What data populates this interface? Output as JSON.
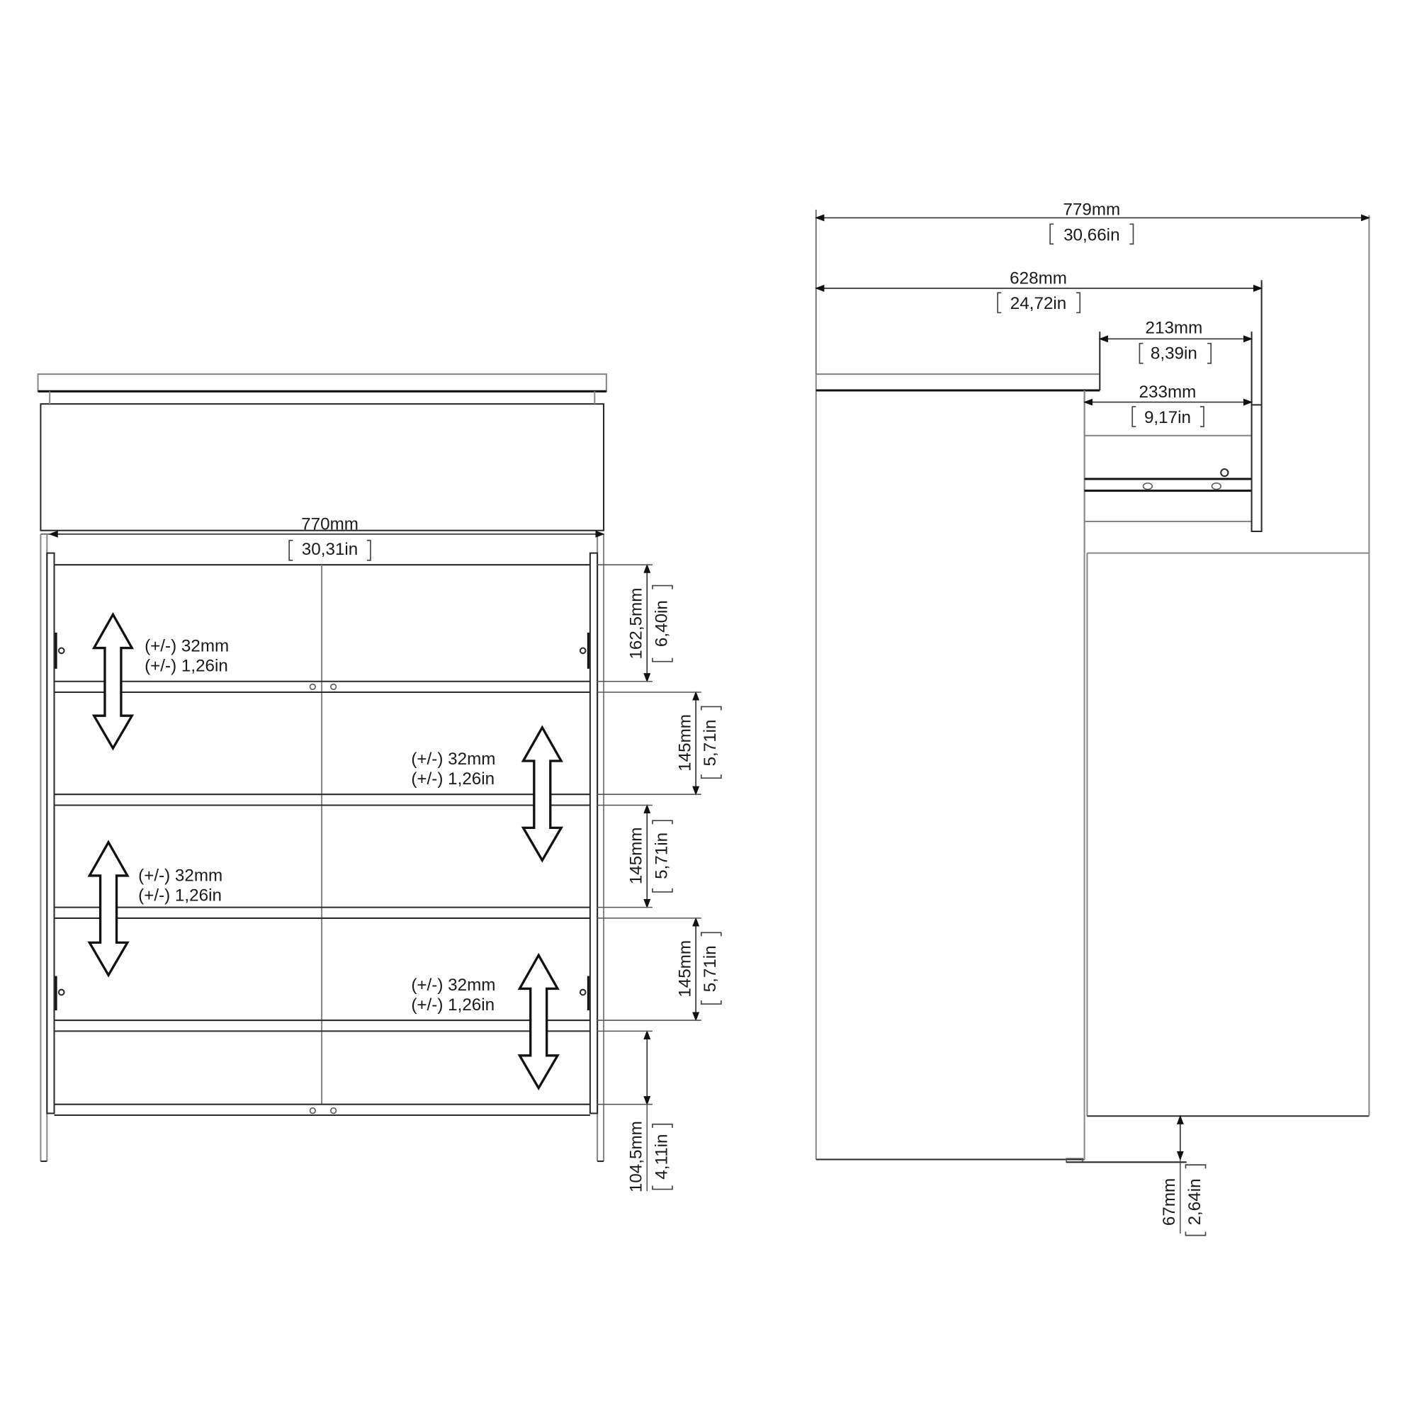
{
  "front_view": {
    "width": {
      "mm": "770mm",
      "in": "30,31in"
    },
    "vertical_dims": [
      {
        "mm": "162,5mm",
        "in": "6,40in"
      },
      {
        "mm": "145mm",
        "in": "5,71in"
      },
      {
        "mm": "145mm",
        "in": "5,71in"
      },
      {
        "mm": "145mm",
        "in": "5,71in"
      },
      {
        "mm": "104,5mm",
        "in": "4,11in"
      }
    ],
    "shelf_adjust": [
      {
        "mm": "(+/-) 32mm",
        "in": "(+/-) 1,26in"
      },
      {
        "mm": "(+/-) 32mm",
        "in": "(+/-) 1,26in"
      },
      {
        "mm": "(+/-) 32mm",
        "in": "(+/-) 1,26in"
      },
      {
        "mm": "(+/-) 32mm",
        "in": "(+/-) 1,26in"
      }
    ]
  },
  "side_view": {
    "depth_total": {
      "mm": "779mm",
      "in": "30,66in"
    },
    "depth_body": {
      "mm": "628mm",
      "in": "24,72in"
    },
    "drawer_inner": {
      "mm": "213mm",
      "in": "8,39in"
    },
    "drawer_depth": {
      "mm": "233mm",
      "in": "9,17in"
    },
    "floor_clearance": {
      "mm": "67mm",
      "in": "2,64in"
    }
  },
  "colors": {
    "line": "#2a2a2a",
    "background": "#ffffff"
  }
}
